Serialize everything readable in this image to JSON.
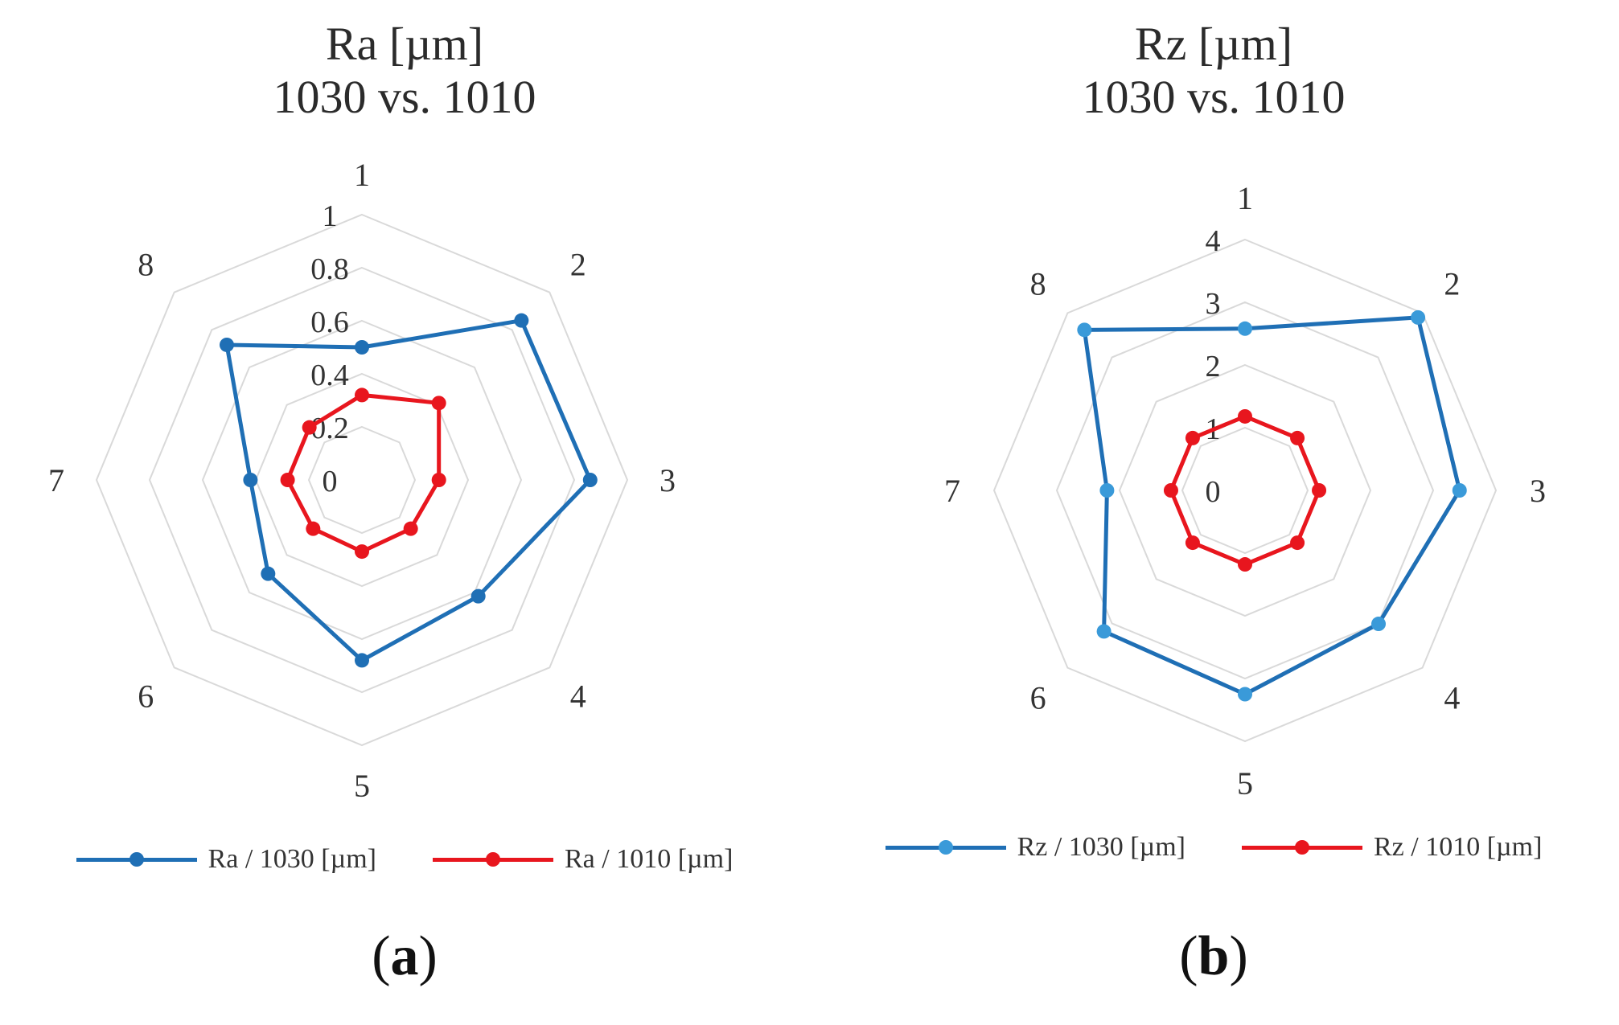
{
  "figure": {
    "panels": [
      {
        "title_line1": "Ra [µm]",
        "title_line2": "1030 vs. 1010",
        "caption_open": "(",
        "caption_letter": "a",
        "caption_close": ")"
      },
      {
        "title_line1": "Rz [µm]",
        "title_line2": "1030 vs. 1010",
        "caption_open": "(",
        "caption_letter": "b",
        "caption_close": ")"
      }
    ]
  },
  "chart_data": [
    {
      "type": "radar",
      "title": "Ra [µm] 1030 vs. 1010",
      "categories": [
        "1",
        "2",
        "3",
        "4",
        "5",
        "6",
        "7",
        "8"
      ],
      "rlim": [
        0,
        1
      ],
      "ticks": [
        "0",
        "0.2",
        "0.4",
        "0.6",
        "0.8",
        "1"
      ],
      "tick_values": [
        0,
        0.2,
        0.4,
        0.6,
        0.8,
        1
      ],
      "grid": true,
      "legend": "bottom",
      "series": [
        {
          "name": "Ra / 1030 [µm]",
          "color": "#1f6fb5",
          "values": [
            0.5,
            0.85,
            0.86,
            0.62,
            0.68,
            0.5,
            0.42,
            0.72
          ]
        },
        {
          "name": "Ra / 1010 [µm]",
          "color": "#e8161e",
          "values": [
            0.32,
            0.41,
            0.29,
            0.26,
            0.27,
            0.26,
            0.28,
            0.28
          ]
        }
      ]
    },
    {
      "type": "radar",
      "title": "Rz [µm] 1030 vs. 1010",
      "categories": [
        "1",
        "2",
        "3",
        "4",
        "5",
        "6",
        "7",
        "8"
      ],
      "rlim": [
        0,
        4
      ],
      "ticks": [
        "0",
        "1",
        "2",
        "3",
        "4"
      ],
      "tick_values": [
        0,
        1,
        2,
        3,
        4
      ],
      "grid": true,
      "legend": "bottom",
      "series": [
        {
          "name": "Rz / 1030 [µm]",
          "color": "#1f6fb5",
          "marker_color": "#3a9ad9",
          "values": [
            2.58,
            3.9,
            3.42,
            3.01,
            3.25,
            3.18,
            2.2,
            3.62
          ]
        },
        {
          "name": "Rz / 1010 [µm]",
          "color": "#e8161e",
          "values": [
            1.18,
            1.18,
            1.18,
            1.18,
            1.18,
            1.18,
            1.18,
            1.18
          ]
        }
      ]
    }
  ]
}
